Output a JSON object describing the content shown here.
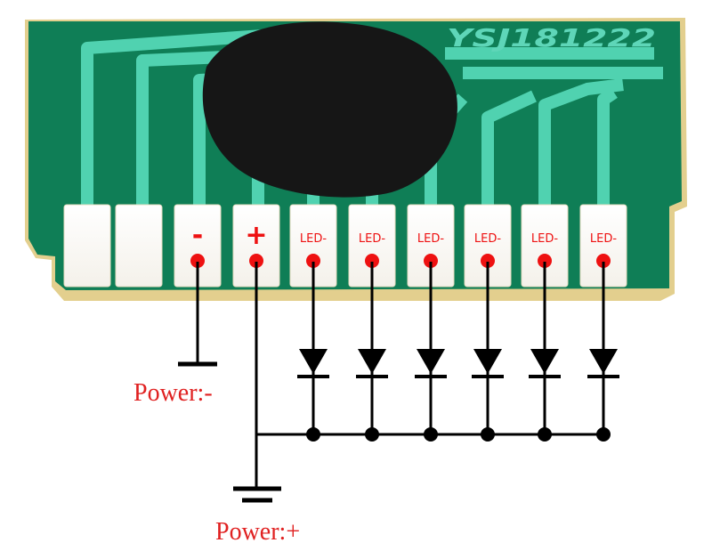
{
  "board": {
    "code": "YSJ181222",
    "colors": {
      "pcb": "#0f7e56",
      "trace": "#50d2b0",
      "pad_gold": "#d8c07a",
      "epoxy": "#141414"
    }
  },
  "pins": [
    {
      "id": "nc1",
      "label": ""
    },
    {
      "id": "nc2",
      "label": ""
    },
    {
      "id": "power-minus",
      "label": "-"
    },
    {
      "id": "power-plus",
      "label": "+"
    },
    {
      "id": "led1",
      "label": "LED-"
    },
    {
      "id": "led2",
      "label": "LED-"
    },
    {
      "id": "led3",
      "label": "LED-"
    },
    {
      "id": "led4",
      "label": "LED-"
    },
    {
      "id": "led5",
      "label": "LED-"
    },
    {
      "id": "led6",
      "label": "LED-"
    }
  ],
  "power": {
    "minus_label": "Power:-",
    "plus_label": "Power:+"
  },
  "colors": {
    "accent": "#ee1111",
    "wire": "#000000"
  }
}
